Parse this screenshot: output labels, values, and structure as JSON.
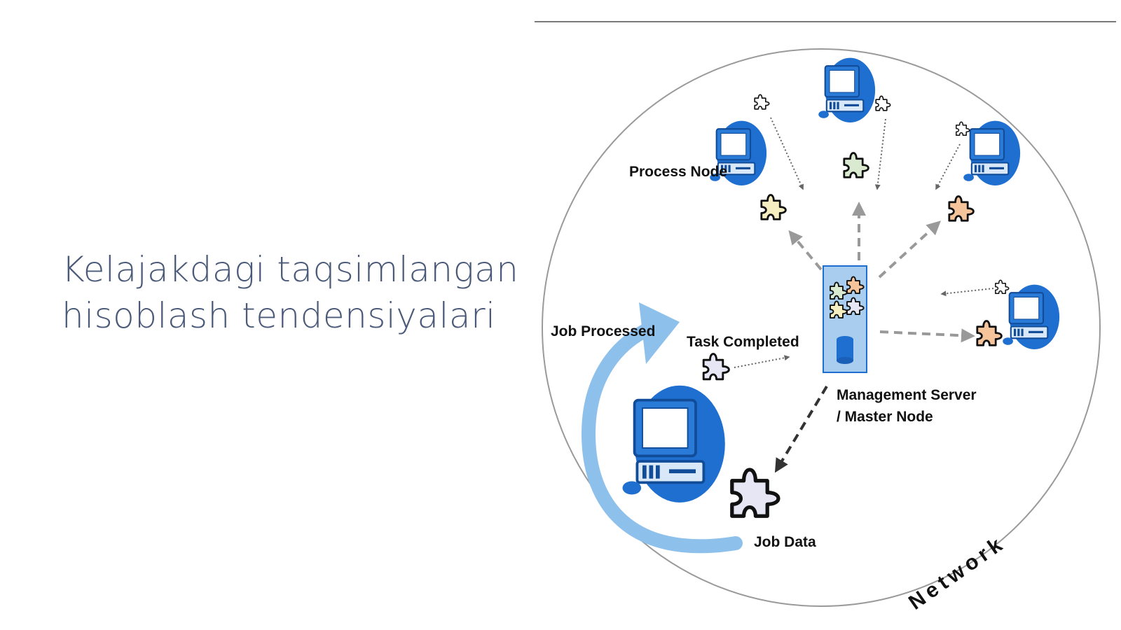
{
  "slide": {
    "title_line1": "Kelajakdagi taqsimlangan",
    "title_line2": "hisoblash tendensiyalari"
  },
  "diagram": {
    "labels": {
      "process_node": "Process Node",
      "job_processed": "Job Processed",
      "task_completed": "Task Completed",
      "management_server_line1": "Management Server",
      "management_server_line2": "/ Master Node",
      "job_data": "Job Data",
      "network": "Network"
    },
    "colors": {
      "computer_blue": "#1f6fd0",
      "arrow_light_blue": "#8ec0ec",
      "server_fill": "#a8cdee",
      "puzzle_orange": "#f5c49a",
      "puzzle_yellow": "#f5eec0",
      "puzzle_green": "#d9ead0",
      "puzzle_lavender": "#e6e6f5"
    }
  }
}
